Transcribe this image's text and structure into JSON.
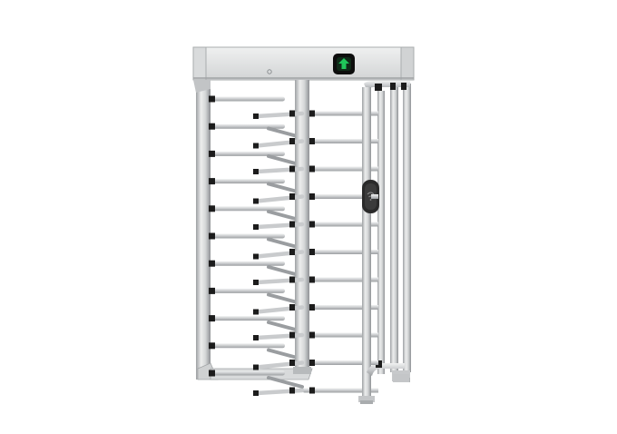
{
  "image": {
    "subject": "full-height-turnstile",
    "colors": {
      "background": "#ffffff",
      "steel_light": "#e4e5e6",
      "steel_mid": "#c9cbcd",
      "steel_dark": "#9a9da0",
      "cap_black": "#1c1c1c",
      "indicator_bg": "#0d0d0d",
      "indicator_green": "#1fc65a",
      "reader_dark": "#2a2a2a"
    },
    "icons": [
      "green-arrow-indicator-icon",
      "card-reader-icon"
    ],
    "fixed_arm_count": 11,
    "rotor_arm_levels": 11
  }
}
